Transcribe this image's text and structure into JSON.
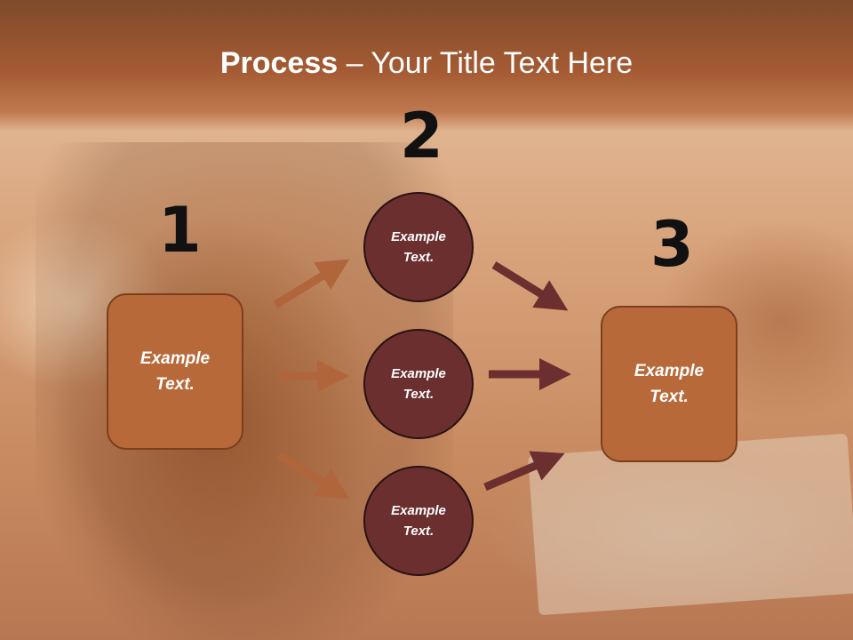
{
  "title": {
    "bold": "Process",
    "rest": " – Your Title Text Here"
  },
  "steps": [
    {
      "number": "1",
      "label": "Example Text."
    },
    {
      "number": "2",
      "labels": [
        "Example Text.",
        "Example Text.",
        "Example Text."
      ]
    },
    {
      "number": "3",
      "label": "Example Text."
    }
  ],
  "colors": {
    "box_fill": "#b8693a",
    "circle_fill": "#6a2f2e",
    "arrow_left": "#b0653a",
    "arrow_right": "#6a2f2e",
    "title_bar": "#a55b33"
  }
}
